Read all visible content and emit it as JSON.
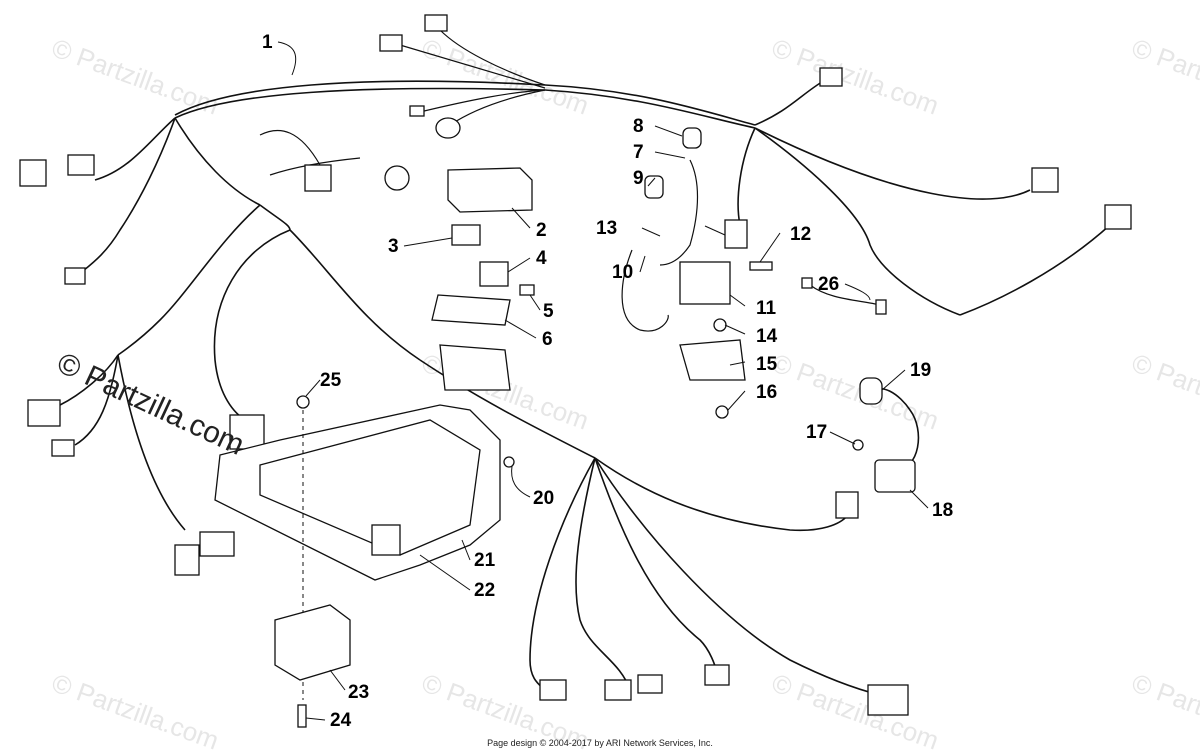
{
  "diagram": {
    "title": "Wiring Harness Parts Diagram",
    "watermark_text": "© Partzilla.com",
    "callouts": [
      {
        "id": "1",
        "label": "1"
      },
      {
        "id": "2",
        "label": "2"
      },
      {
        "id": "3",
        "label": "3"
      },
      {
        "id": "4",
        "label": "4"
      },
      {
        "id": "5",
        "label": "5"
      },
      {
        "id": "6",
        "label": "6"
      },
      {
        "id": "7",
        "label": "7"
      },
      {
        "id": "8",
        "label": "8"
      },
      {
        "id": "9",
        "label": "9"
      },
      {
        "id": "10",
        "label": "10"
      },
      {
        "id": "11",
        "label": "11"
      },
      {
        "id": "12",
        "label": "12"
      },
      {
        "id": "13",
        "label": "13"
      },
      {
        "id": "14",
        "label": "14"
      },
      {
        "id": "15",
        "label": "15"
      },
      {
        "id": "16",
        "label": "16"
      },
      {
        "id": "17",
        "label": "17"
      },
      {
        "id": "18",
        "label": "18"
      },
      {
        "id": "19",
        "label": "19"
      },
      {
        "id": "20",
        "label": "20"
      },
      {
        "id": "21",
        "label": "21"
      },
      {
        "id": "22",
        "label": "22"
      },
      {
        "id": "23",
        "label": "23"
      },
      {
        "id": "24",
        "label": "24"
      },
      {
        "id": "25",
        "label": "25"
      },
      {
        "id": "26",
        "label": "26"
      }
    ]
  },
  "footer": {
    "copyright": "Page design © 2004-2017 by ARI Network Services, Inc."
  }
}
